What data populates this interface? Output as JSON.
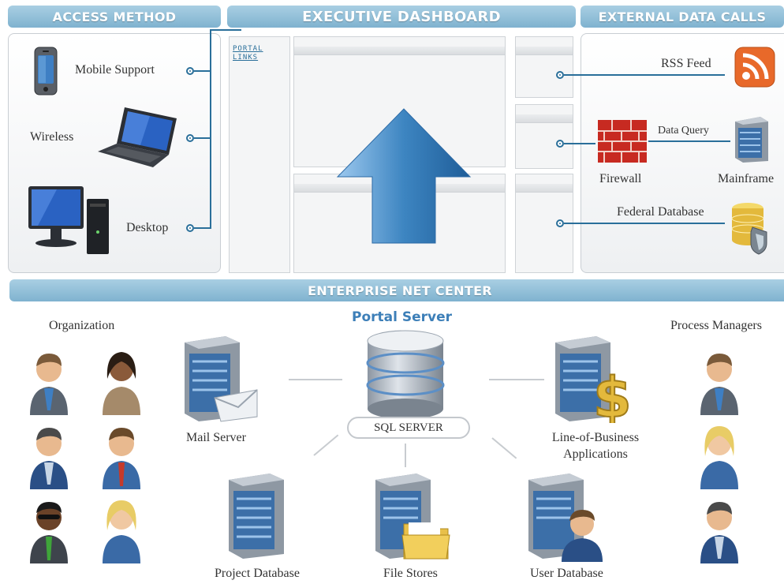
{
  "headers": {
    "access_method": "ACCESS METHOD",
    "executive_dashboard": "EXECUTIVE DASHBOARD",
    "external_data_calls": "EXTERNAL DATA CALLS",
    "enterprise_net_center": "ENTERPRISE NET CENTER"
  },
  "access": {
    "mobile": "Mobile Support",
    "wireless": "Wireless",
    "desktop": "Desktop"
  },
  "dashboard": {
    "portal_links_1": "PORTAL",
    "portal_links_2": "LINKS"
  },
  "external": {
    "rss": "RSS Feed",
    "data_query": "Data Query",
    "firewall": "Firewall",
    "mainframe": "Mainframe",
    "federal": "Federal Database"
  },
  "net_center": {
    "organization": "Organization",
    "portal_server": "Portal Server",
    "sql_server": "SQL SERVER",
    "process_managers": "Process Managers",
    "mail_server": "Mail Server",
    "lob_1": "Line-of-Business",
    "lob_2": "Applications",
    "project_db": "Project Database",
    "file_stores": "File Stores",
    "user_db": "User Database"
  },
  "colors": {
    "header": "#7fb2cf",
    "wire": "#2a6f9a",
    "arrow": "#3d85c1",
    "server_blue": "#3c6fa8",
    "rss": "#e8692a"
  }
}
